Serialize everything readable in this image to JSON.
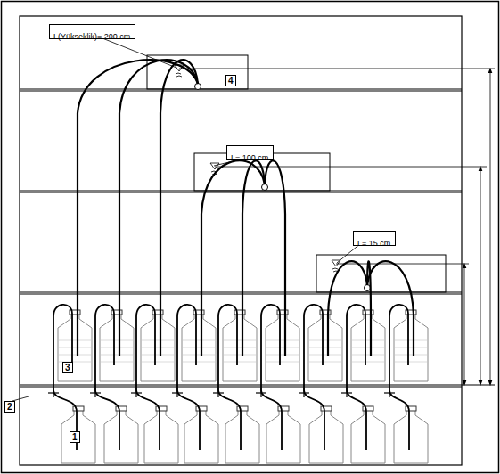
{
  "diagram": {
    "nodes": [
      {
        "text": [
          "L(Yükseklik)= 200 cm"
        ]
      },
      {
        "text": [
          "L= 100 cm"
        ]
      },
      {
        "text": [
          "L= 15 cm"
        ]
      }
    ],
    "labels": [
      "4",
      "3",
      "2",
      "1"
    ]
  }
}
